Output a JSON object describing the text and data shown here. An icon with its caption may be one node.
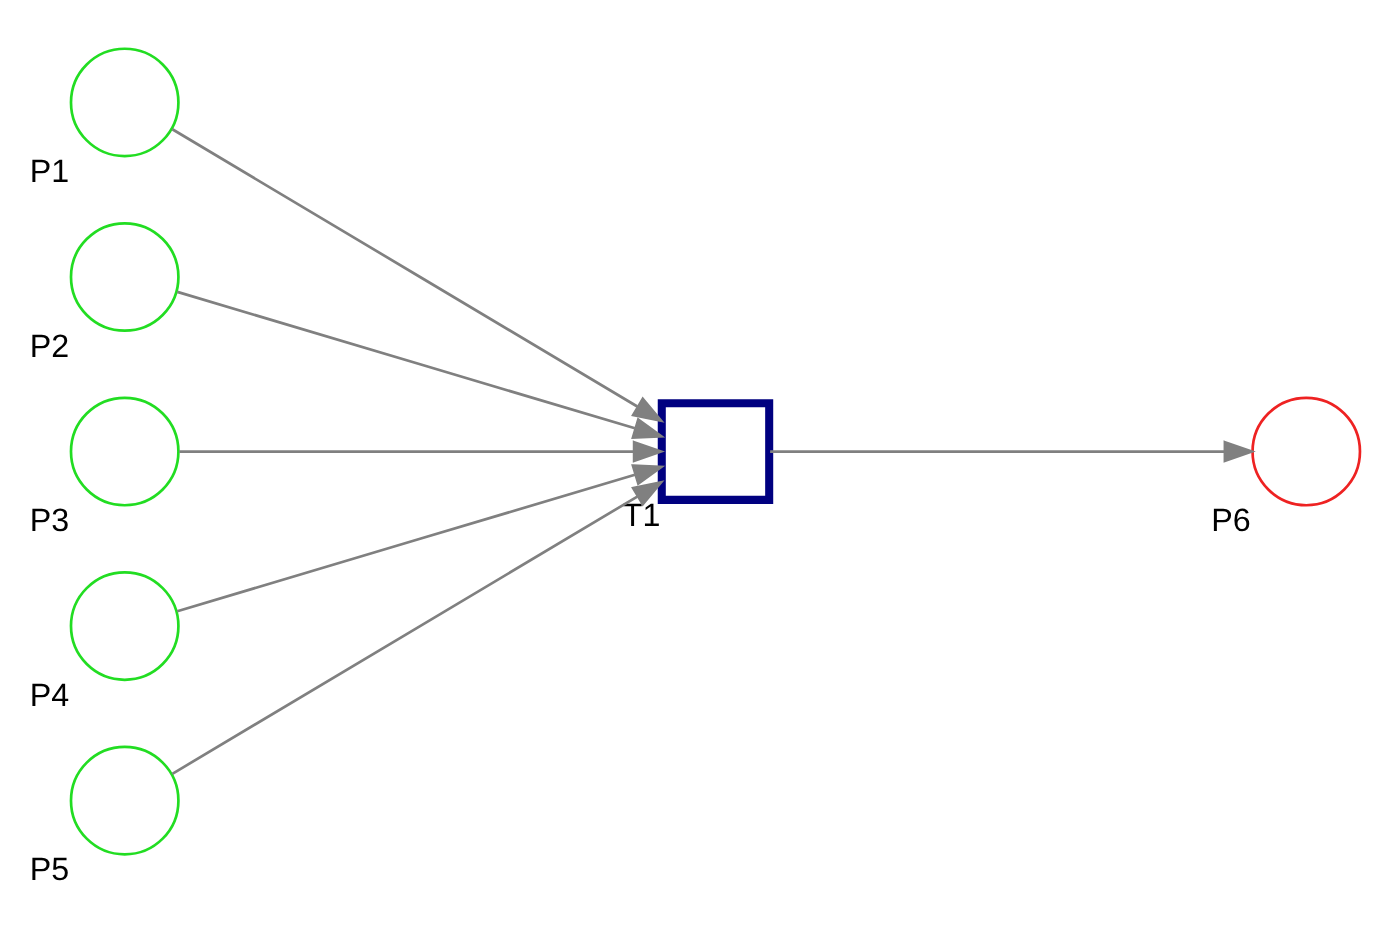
{
  "diagram": {
    "nodes": [
      {
        "text": [],
        "shape": "circle",
        "beside": [
          "P1"
        ]
      },
      {
        "text": [],
        "shape": "circle",
        "beside": [
          "P2"
        ]
      },
      {
        "text": [],
        "shape": "circle",
        "beside": [
          "P3"
        ]
      },
      {
        "text": [],
        "shape": "circle",
        "beside": [
          "P4"
        ]
      },
      {
        "text": [],
        "shape": "circle",
        "beside": [
          "P5"
        ]
      },
      {
        "text": [],
        "shape": "box",
        "beside": [
          "T1"
        ]
      },
      {
        "text": [],
        "shape": "circle",
        "beside": [
          "P6"
        ]
      }
    ],
    "edges": [
      {
        "from": 0,
        "to": 5,
        "arrow": "to"
      },
      {
        "from": 1,
        "to": 5,
        "arrow": "to"
      },
      {
        "from": 2,
        "to": 5,
        "arrow": "to"
      },
      {
        "from": 3,
        "to": 5,
        "arrow": "to"
      },
      {
        "from": 4,
        "to": 5,
        "arrow": "to"
      },
      {
        "from": 5,
        "to": 6,
        "arrow": "to"
      }
    ]
  }
}
